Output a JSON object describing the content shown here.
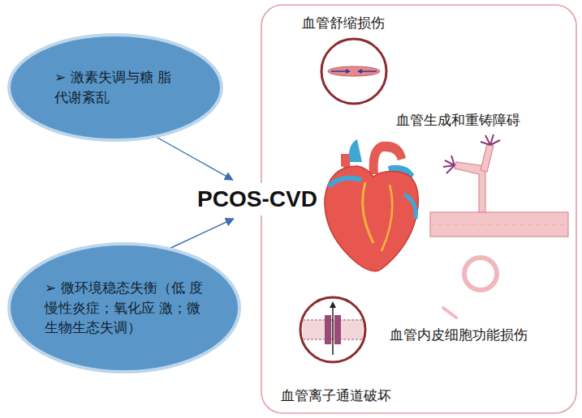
{
  "diagram": {
    "nodes": [
      {
        "text": [
          "➢ 激素失调与糖 脂代谢紊乱"
        ]
      },
      {
        "text": [
          "PCOS-CVD"
        ]
      },
      {
        "text": [
          "➢ 微环境稳态失衡（低 度慢性炎症；氧化应 激；微生物生态失调）"
        ]
      }
    ],
    "edges": [
      {
        "from": 0,
        "to": 1,
        "arrow": "to"
      },
      {
        "from": 2,
        "to": 1,
        "arrow": "to"
      }
    ],
    "labels": [
      "血管舒缩损伤",
      "血管生成和重铸障碍",
      "血管内皮细胞功能损伤",
      "血管离子通道破坏"
    ]
  }
}
